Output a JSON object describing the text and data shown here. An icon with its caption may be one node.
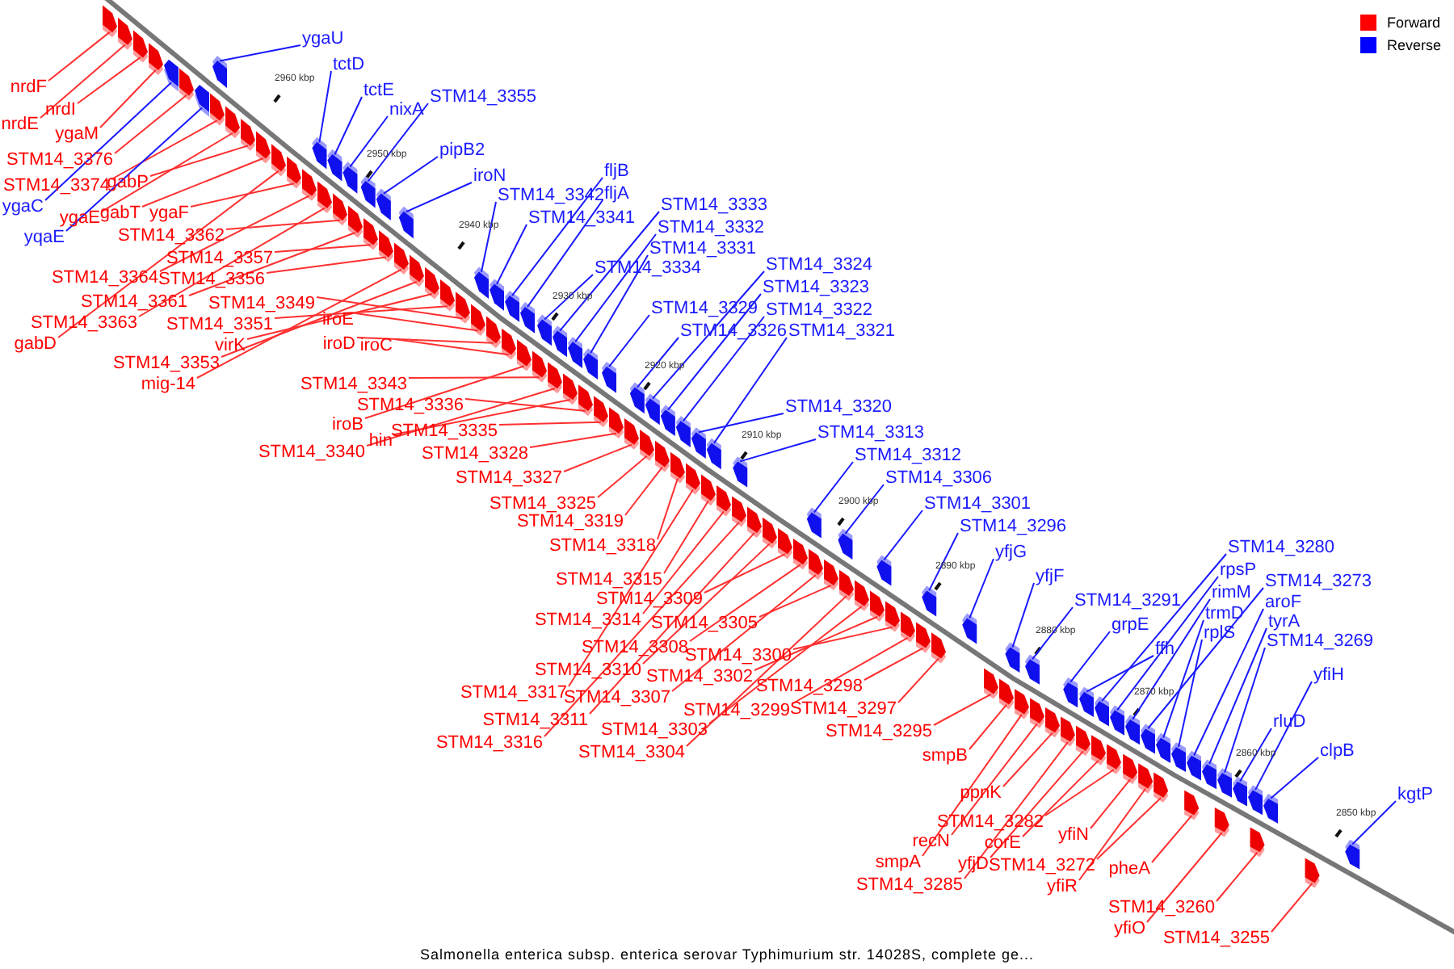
{
  "diagram": {
    "caption": "Salmonella enterica subsp. enterica serovar Typhimurium str. 14028S, complete ge...",
    "nodes": [
      {
        "text": [
          "nrdF"
        ]
      },
      {
        "text": [
          "nrdI"
        ]
      },
      {
        "text": [
          "nrdE"
        ]
      },
      {
        "text": [
          "ygaM"
        ]
      },
      {
        "text": [
          "STM14_3376"
        ]
      },
      {
        "text": [
          "STM14_3374"
        ]
      },
      {
        "text": [
          "gabP"
        ]
      },
      {
        "text": [
          "ygaC"
        ]
      },
      {
        "text": [
          "ygaE"
        ]
      },
      {
        "text": [
          "gabT"
        ]
      },
      {
        "text": [
          "ygaF"
        ]
      },
      {
        "text": [
          "yqaE"
        ]
      },
      {
        "text": [
          "STM14_3362"
        ]
      },
      {
        "text": [
          "STM14_3357"
        ]
      },
      {
        "text": [
          "STM14_3364"
        ]
      },
      {
        "text": [
          "STM14_3356"
        ]
      },
      {
        "text": [
          "STM14_3361"
        ]
      },
      {
        "text": [
          "STM14_3349"
        ]
      },
      {
        "text": [
          "STM14_3363"
        ]
      },
      {
        "text": [
          "STM14_3351"
        ]
      },
      {
        "text": [
          "gabD"
        ]
      },
      {
        "text": [
          "virK"
        ]
      },
      {
        "text": [
          "STM14_3353"
        ]
      },
      {
        "text": [
          "mig-14"
        ]
      },
      {
        "text": [
          "iroE"
        ]
      },
      {
        "text": [
          "iroD"
        ]
      },
      {
        "text": [
          "iroC"
        ]
      },
      {
        "text": [
          "STM14_3343"
        ]
      },
      {
        "text": [
          "STM14_3336"
        ]
      },
      {
        "text": [
          "iroB"
        ]
      },
      {
        "text": [
          "hin"
        ]
      },
      {
        "text": [
          "STM14_3335"
        ]
      },
      {
        "text": [
          "STM14_3340"
        ]
      },
      {
        "text": [
          "STM14_3328"
        ]
      },
      {
        "text": [
          "STM14_3327"
        ]
      },
      {
        "text": [
          "STM14_3325"
        ]
      },
      {
        "text": [
          "STM14_3319"
        ]
      },
      {
        "text": [
          "STM14_3318"
        ]
      },
      {
        "text": [
          "STM14_3315"
        ]
      },
      {
        "text": [
          "STM14_3309"
        ]
      },
      {
        "text": [
          "STM14_3314"
        ]
      },
      {
        "text": [
          "STM14_3305"
        ]
      },
      {
        "text": [
          "STM14_3308"
        ]
      },
      {
        "text": [
          "STM14_3300"
        ]
      },
      {
        "text": [
          "STM14_3310"
        ]
      },
      {
        "text": [
          "STM14_3302"
        ]
      },
      {
        "text": [
          "STM14_3317"
        ]
      },
      {
        "text": [
          "STM14_3307"
        ]
      },
      {
        "text": [
          "STM14_3299"
        ]
      },
      {
        "text": [
          "STM14_3311"
        ]
      },
      {
        "text": [
          "STM14_3303"
        ]
      },
      {
        "text": [
          "STM14_3316"
        ]
      },
      {
        "text": [
          "STM14_3304"
        ]
      },
      {
        "text": [
          "STM14_3298"
        ]
      },
      {
        "text": [
          "STM14_3297"
        ]
      },
      {
        "text": [
          "STM14_3295"
        ]
      },
      {
        "text": [
          "smpB"
        ]
      },
      {
        "text": [
          "ppnK"
        ]
      },
      {
        "text": [
          "STM14_3282"
        ]
      },
      {
        "text": [
          "yfiN"
        ]
      },
      {
        "text": [
          "recN"
        ]
      },
      {
        "text": [
          "corE"
        ]
      },
      {
        "text": [
          "smpA"
        ]
      },
      {
        "text": [
          "yfjD"
        ]
      },
      {
        "text": [
          "STM14_3272"
        ]
      },
      {
        "text": [
          "pheA"
        ]
      },
      {
        "text": [
          "STM14_3285"
        ]
      },
      {
        "text": [
          "yfiR"
        ]
      },
      {
        "text": [
          "STM14_3260"
        ]
      },
      {
        "text": [
          "yfiO"
        ]
      },
      {
        "text": [
          "STM14_3255"
        ]
      },
      {
        "text": [
          "ygaU"
        ]
      },
      {
        "text": [
          "tctD"
        ]
      },
      {
        "text": [
          "tctE"
        ]
      },
      {
        "text": [
          "nixA"
        ]
      },
      {
        "text": [
          "STM14_3355"
        ]
      },
      {
        "text": [
          "pipB2"
        ]
      },
      {
        "text": [
          "iroN"
        ]
      },
      {
        "text": [
          "fljB"
        ]
      },
      {
        "text": [
          "STM14_3342"
        ]
      },
      {
        "text": [
          "fljA"
        ]
      },
      {
        "text": [
          "STM14_3341"
        ]
      },
      {
        "text": [
          "STM14_3333"
        ]
      },
      {
        "text": [
          "STM14_3332"
        ]
      },
      {
        "text": [
          "STM14_3331"
        ]
      },
      {
        "text": [
          "STM14_3334"
        ]
      },
      {
        "text": [
          "STM14_3324"
        ]
      },
      {
        "text": [
          "STM14_3323"
        ]
      },
      {
        "text": [
          "STM14_3329"
        ]
      },
      {
        "text": [
          "STM14_3322"
        ]
      },
      {
        "text": [
          "STM14_3326"
        ]
      },
      {
        "text": [
          "STM14_3321"
        ]
      },
      {
        "text": [
          "STM14_3320"
        ]
      },
      {
        "text": [
          "STM14_3313"
        ]
      },
      {
        "text": [
          "STM14_3312"
        ]
      },
      {
        "text": [
          "STM14_3306"
        ]
      },
      {
        "text": [
          "STM14_3301"
        ]
      },
      {
        "text": [
          "STM14_3296"
        ]
      },
      {
        "text": [
          "yfjG"
        ]
      },
      {
        "text": [
          "yfjF"
        ]
      },
      {
        "text": [
          "STM14_3291"
        ]
      },
      {
        "text": [
          "grpE"
        ]
      },
      {
        "text": [
          "ffh"
        ]
      },
      {
        "text": [
          "STM14_3280"
        ]
      },
      {
        "text": [
          "rpsP"
        ]
      },
      {
        "text": [
          "rimM"
        ]
      },
      {
        "text": [
          "trmD"
        ]
      },
      {
        "text": [
          "rplS"
        ]
      },
      {
        "text": [
          "STM14_3273"
        ]
      },
      {
        "text": [
          "aroF"
        ]
      },
      {
        "text": [
          "tyrA"
        ]
      },
      {
        "text": [
          "STM14_3269"
        ]
      },
      {
        "text": [
          "yfiH"
        ]
      },
      {
        "text": [
          "rluD"
        ]
      },
      {
        "text": [
          "clpB"
        ]
      },
      {
        "text": [
          "kgtP"
        ]
      },
      {
        "text": [],
        "shape": "arrow"
      },
      {
        "text": [],
        "shape": "arrow"
      },
      {
        "text": [],
        "shape": "arrow"
      },
      {
        "text": [],
        "shape": "arrow"
      },
      {
        "text": [],
        "shape": "arrow"
      },
      {
        "text": [],
        "shape": "arrow"
      },
      {
        "text": [],
        "shape": "arrow"
      },
      {
        "text": [],
        "shape": "arrow"
      },
      {
        "text": [],
        "shape": "arrow"
      },
      {
        "text": [],
        "shape": "arrow"
      },
      {
        "text": [],
        "shape": "arrow"
      },
      {
        "text": [],
        "shape": "arrow"
      },
      {
        "text": [],
        "shape": "arrow"
      },
      {
        "text": [],
        "shape": "arrow"
      },
      {
        "text": [],
        "shape": "arrow"
      },
      {
        "text": [],
        "shape": "arrow"
      },
      {
        "text": [],
        "shape": "arrow"
      },
      {
        "text": [],
        "shape": "arrow"
      },
      {
        "text": [],
        "shape": "arrow"
      },
      {
        "text": [],
        "shape": "arrow"
      },
      {
        "text": [],
        "shape": "arrow"
      },
      {
        "text": [],
        "shape": "arrow"
      },
      {
        "text": [],
        "shape": "arrow"
      },
      {
        "text": [],
        "shape": "arrow"
      },
      {
        "text": [],
        "shape": "arrow"
      },
      {
        "text": [],
        "shape": "arrow"
      },
      {
        "text": [],
        "shape": "arrow"
      },
      {
        "text": [],
        "shape": "arrow"
      },
      {
        "text": [],
        "shape": "arrow"
      },
      {
        "text": [],
        "shape": "arrow"
      },
      {
        "text": [],
        "shape": "arrow"
      },
      {
        "text": [],
        "shape": "arrow"
      },
      {
        "text": [],
        "shape": "arrow"
      },
      {
        "text": [],
        "shape": "arrow"
      },
      {
        "text": [],
        "shape": "arrow"
      },
      {
        "text": [],
        "shape": "arrow"
      },
      {
        "text": [],
        "shape": "arrow"
      },
      {
        "text": [],
        "shape": "arrow"
      },
      {
        "text": [],
        "shape": "arrow"
      },
      {
        "text": [],
        "shape": "arrow"
      },
      {
        "text": [],
        "shape": "arrow"
      },
      {
        "text": [],
        "shape": "arrow"
      },
      {
        "text": [],
        "shape": "arrow"
      },
      {
        "text": [],
        "shape": "arrow"
      },
      {
        "text": [],
        "shape": "arrow"
      },
      {
        "text": [],
        "shape": "arrow"
      },
      {
        "text": [],
        "shape": "arrow"
      },
      {
        "text": [],
        "shape": "arrow"
      },
      {
        "text": [],
        "shape": "arrow"
      },
      {
        "text": [],
        "shape": "arrow"
      },
      {
        "text": [],
        "shape": "arrow"
      },
      {
        "text": [],
        "shape": "arrow"
      },
      {
        "text": [],
        "shape": "arrow"
      },
      {
        "text": [],
        "shape": "arrow"
      },
      {
        "text": [],
        "shape": "arrow"
      },
      {
        "text": [],
        "shape": "arrow"
      },
      {
        "text": [],
        "shape": "arrow"
      },
      {
        "text": [],
        "shape": "arrow"
      },
      {
        "text": [],
        "shape": "arrow"
      },
      {
        "text": [],
        "shape": "arrow"
      },
      {
        "text": [],
        "shape": "arrow"
      },
      {
        "text": [],
        "shape": "arrow"
      },
      {
        "text": [],
        "shape": "arrow"
      },
      {
        "text": [],
        "shape": "arrow"
      },
      {
        "text": [],
        "shape": "arrow"
      },
      {
        "text": [],
        "shape": "arrow"
      },
      {
        "text": [],
        "shape": "arrow"
      },
      {
        "text": [],
        "shape": "arrow"
      },
      {
        "text": [],
        "shape": "arrow"
      },
      {
        "text": [],
        "shape": "arrow"
      },
      {
        "text": [],
        "shape": "arrow"
      },
      {
        "text": [],
        "shape": "arrow"
      },
      {
        "text": [],
        "shape": "arrow"
      },
      {
        "text": [],
        "shape": "arrow"
      },
      {
        "text": [],
        "shape": "arrow"
      },
      {
        "text": [],
        "shape": "arrow"
      },
      {
        "text": [],
        "shape": "arrow"
      },
      {
        "text": [],
        "shape": "arrow"
      },
      {
        "text": [],
        "shape": "arrow"
      },
      {
        "text": [],
        "shape": "arrow"
      },
      {
        "text": [],
        "shape": "arrow"
      },
      {
        "text": [],
        "shape": "arrow"
      },
      {
        "text": [],
        "shape": "arrow"
      },
      {
        "text": [],
        "shape": "arrow"
      },
      {
        "text": [],
        "shape": "arrow"
      },
      {
        "text": [],
        "shape": "arrow"
      },
      {
        "text": [],
        "shape": "arrow"
      },
      {
        "text": [],
        "shape": "arrow"
      },
      {
        "text": [],
        "shape": "arrow"
      },
      {
        "text": [],
        "shape": "arrow"
      },
      {
        "text": [],
        "shape": "arrow"
      },
      {
        "text": [],
        "shape": "arrow"
      },
      {
        "text": [],
        "shape": "arrow"
      },
      {
        "text": [],
        "shape": "arrow"
      },
      {
        "text": [],
        "shape": "arrow"
      },
      {
        "text": [],
        "shape": "arrow"
      },
      {
        "text": [],
        "shape": "arrow"
      },
      {
        "text": [],
        "shape": "arrow"
      },
      {
        "text": [],
        "shape": "arrow"
      },
      {
        "text": [],
        "shape": "arrow"
      },
      {
        "text": [],
        "shape": "arrow"
      },
      {
        "text": [],
        "shape": "arrow"
      },
      {
        "text": [],
        "shape": "arrow"
      },
      {
        "text": [],
        "shape": "arrow"
      },
      {
        "text": [],
        "shape": "arrow"
      },
      {
        "text": [],
        "shape": "arrow"
      },
      {
        "text": [],
        "shape": "arrow"
      },
      {
        "text": [],
        "shape": "arrow"
      },
      {
        "text": [],
        "shape": "arrow"
      },
      {
        "text": [],
        "shape": "arrow"
      },
      {
        "text": [],
        "shape": "arrow"
      },
      {
        "text": [],
        "shape": "arrow"
      },
      {
        "text": [],
        "shape": "arrow"
      },
      {
        "text": [],
        "shape": "arrow"
      },
      {
        "text": [],
        "shape": "arrow"
      },
      {
        "text": [],
        "shape": "arrow"
      }
    ],
    "edges": [
      {
        "from": 0,
        "to": 116,
        "arrow": "none"
      },
      {
        "from": 1,
        "to": 117,
        "arrow": "none"
      },
      {
        "from": 2,
        "to": 118,
        "arrow": "none"
      },
      {
        "from": 3,
        "to": 119,
        "arrow": "none"
      },
      {
        "from": 4,
        "to": 120,
        "arrow": "none"
      },
      {
        "from": 5,
        "to": 121,
        "arrow": "none"
      },
      {
        "from": 6,
        "to": 122,
        "arrow": "none"
      },
      {
        "from": 7,
        "to": 123,
        "arrow": "none",
        "color": "#1a1aff"
      },
      {
        "from": 8,
        "to": 124,
        "arrow": "none"
      },
      {
        "from": 9,
        "to": 125,
        "arrow": "none"
      },
      {
        "from": 10,
        "to": 126,
        "arrow": "none"
      },
      {
        "from": 11,
        "to": 127,
        "arrow": "none",
        "color": "#1a1aff"
      },
      {
        "from": 12,
        "to": 128,
        "arrow": "none"
      },
      {
        "from": 13,
        "to": 129,
        "arrow": "none"
      },
      {
        "from": 14,
        "to": 130,
        "arrow": "none"
      },
      {
        "from": 15,
        "to": 131,
        "arrow": "none"
      },
      {
        "from": 16,
        "to": 132,
        "arrow": "none"
      },
      {
        "from": 17,
        "to": 133,
        "arrow": "none"
      },
      {
        "from": 18,
        "to": 134,
        "arrow": "none"
      },
      {
        "from": 19,
        "to": 135,
        "arrow": "none"
      },
      {
        "from": 20,
        "to": 136,
        "arrow": "none"
      },
      {
        "from": 21,
        "to": 137,
        "arrow": "none"
      },
      {
        "from": 22,
        "to": 138,
        "arrow": "none"
      },
      {
        "from": 23,
        "to": 139,
        "arrow": "none"
      },
      {
        "from": 24,
        "to": 140,
        "arrow": "none"
      },
      {
        "from": 25,
        "to": 141,
        "arrow": "none"
      },
      {
        "from": 26,
        "to": 142,
        "arrow": "none"
      },
      {
        "from": 27,
        "to": 143,
        "arrow": "none"
      },
      {
        "from": 28,
        "to": 144,
        "arrow": "none"
      },
      {
        "from": 29,
        "to": 145,
        "arrow": "none"
      },
      {
        "from": 30,
        "to": 146,
        "arrow": "none"
      },
      {
        "from": 31,
        "to": 147,
        "arrow": "none"
      },
      {
        "from": 32,
        "to": 148,
        "arrow": "none"
      },
      {
        "from": 33,
        "to": 149,
        "arrow": "none"
      },
      {
        "from": 34,
        "to": 150,
        "arrow": "none"
      },
      {
        "from": 35,
        "to": 151,
        "arrow": "none"
      },
      {
        "from": 36,
        "to": 152,
        "arrow": "none"
      },
      {
        "from": 37,
        "to": 153,
        "arrow": "none"
      },
      {
        "from": 38,
        "to": 154,
        "arrow": "none"
      },
      {
        "from": 39,
        "to": 155,
        "arrow": "none"
      },
      {
        "from": 40,
        "to": 156,
        "arrow": "none"
      },
      {
        "from": 41,
        "to": 157,
        "arrow": "none"
      },
      {
        "from": 42,
        "to": 158,
        "arrow": "none"
      },
      {
        "from": 43,
        "to": 159,
        "arrow": "none"
      },
      {
        "from": 44,
        "to": 160,
        "arrow": "none"
      },
      {
        "from": 45,
        "to": 161,
        "arrow": "none"
      },
      {
        "from": 46,
        "to": 162,
        "arrow": "none"
      },
      {
        "from": 47,
        "to": 163,
        "arrow": "none"
      },
      {
        "from": 48,
        "to": 164,
        "arrow": "none"
      },
      {
        "from": 49,
        "to": 165,
        "arrow": "none"
      },
      {
        "from": 50,
        "to": 166,
        "arrow": "none"
      },
      {
        "from": 51,
        "to": 167,
        "arrow": "none"
      },
      {
        "from": 52,
        "to": 168,
        "arrow": "none"
      },
      {
        "from": 53,
        "to": 169,
        "arrow": "none"
      },
      {
        "from": 54,
        "to": 170,
        "arrow": "none"
      },
      {
        "from": 55,
        "to": 171,
        "arrow": "none"
      },
      {
        "from": 56,
        "to": 172,
        "arrow": "none"
      },
      {
        "from": 57,
        "to": 173,
        "arrow": "none"
      },
      {
        "from": 58,
        "to": 174,
        "arrow": "none"
      },
      {
        "from": 59,
        "to": 175,
        "arrow": "none"
      },
      {
        "from": 60,
        "to": 176,
        "arrow": "none"
      },
      {
        "from": 61,
        "to": 177,
        "arrow": "none"
      },
      {
        "from": 62,
        "to": 178,
        "arrow": "none"
      },
      {
        "from": 63,
        "to": 179,
        "arrow": "none"
      },
      {
        "from": 64,
        "to": 180,
        "arrow": "none"
      },
      {
        "from": 65,
        "to": 181,
        "arrow": "none"
      },
      {
        "from": 66,
        "to": 182,
        "arrow": "none"
      },
      {
        "from": 67,
        "to": 183,
        "arrow": "none"
      },
      {
        "from": 68,
        "to": 184,
        "arrow": "none"
      },
      {
        "from": 69,
        "to": 185,
        "arrow": "none"
      },
      {
        "from": 70,
        "to": 186,
        "arrow": "none"
      },
      {
        "from": 71,
        "to": 187,
        "arrow": "none",
        "color": "#1a1aff"
      },
      {
        "from": 72,
        "to": 188,
        "arrow": "none",
        "color": "#1a1aff"
      },
      {
        "from": 73,
        "to": 189,
        "arrow": "none",
        "color": "#1a1aff"
      },
      {
        "from": 74,
        "to": 190,
        "arrow": "none",
        "color": "#1a1aff"
      },
      {
        "from": 75,
        "to": 191,
        "arrow": "none",
        "color": "#1a1aff"
      },
      {
        "from": 76,
        "to": 192,
        "arrow": "none",
        "color": "#1a1aff"
      },
      {
        "from": 77,
        "to": 193,
        "arrow": "none",
        "color": "#1a1aff"
      },
      {
        "from": 78,
        "to": 194,
        "arrow": "none",
        "color": "#1a1aff"
      },
      {
        "from": 79,
        "to": 195,
        "arrow": "none",
        "color": "#1a1aff"
      },
      {
        "from": 80,
        "to": 196,
        "arrow": "none",
        "color": "#1a1aff"
      },
      {
        "from": 81,
        "to": 197,
        "arrow": "none",
        "color": "#1a1aff"
      },
      {
        "from": 82,
        "to": 198,
        "arrow": "none",
        "color": "#1a1aff"
      },
      {
        "from": 83,
        "to": 199,
        "arrow": "none",
        "color": "#1a1aff"
      },
      {
        "from": 84,
        "to": 200,
        "arrow": "none",
        "color": "#1a1aff"
      },
      {
        "from": 85,
        "to": 201,
        "arrow": "none",
        "color": "#1a1aff"
      },
      {
        "from": 86,
        "to": 202,
        "arrow": "none",
        "color": "#1a1aff"
      },
      {
        "from": 87,
        "to": 203,
        "arrow": "none",
        "color": "#1a1aff"
      },
      {
        "from": 88,
        "to": 204,
        "arrow": "none",
        "color": "#1a1aff"
      },
      {
        "from": 89,
        "to": 205,
        "arrow": "none",
        "color": "#1a1aff"
      },
      {
        "from": 90,
        "to": 206,
        "arrow": "none",
        "color": "#1a1aff"
      },
      {
        "from": 91,
        "to": 207,
        "arrow": "none",
        "color": "#1a1aff"
      },
      {
        "from": 92,
        "to": 208,
        "arrow": "none",
        "color": "#1a1aff"
      },
      {
        "from": 93,
        "to": 209,
        "arrow": "none",
        "color": "#1a1aff"
      },
      {
        "from": 94,
        "to": 210,
        "arrow": "none",
        "color": "#1a1aff"
      },
      {
        "from": 95,
        "to": 211,
        "arrow": "none",
        "color": "#1a1aff"
      },
      {
        "from": 96,
        "to": 212,
        "arrow": "none",
        "color": "#1a1aff"
      },
      {
        "from": 97,
        "to": 213,
        "arrow": "none",
        "color": "#1a1aff"
      },
      {
        "from": 98,
        "to": 214,
        "arrow": "none",
        "color": "#1a1aff"
      },
      {
        "from": 99,
        "to": 215,
        "arrow": "none",
        "color": "#1a1aff"
      },
      {
        "from": 100,
        "to": 216,
        "arrow": "none",
        "color": "#1a1aff"
      },
      {
        "from": 101,
        "to": 217,
        "arrow": "none",
        "color": "#1a1aff"
      },
      {
        "from": 102,
        "to": 218,
        "arrow": "none",
        "color": "#1a1aff"
      },
      {
        "from": 103,
        "to": 219,
        "arrow": "none",
        "color": "#1a1aff"
      },
      {
        "from": 104,
        "to": 220,
        "arrow": "none",
        "color": "#1a1aff"
      },
      {
        "from": 105,
        "to": 221,
        "arrow": "none",
        "color": "#1a1aff"
      },
      {
        "from": 106,
        "to": 222,
        "arrow": "none",
        "color": "#1a1aff"
      },
      {
        "from": 107,
        "to": 223,
        "arrow": "none",
        "color": "#1a1aff"
      },
      {
        "from": 108,
        "to": 224,
        "arrow": "none",
        "color": "#1a1aff"
      },
      {
        "from": 109,
        "to": 225,
        "arrow": "none",
        "color": "#1a1aff"
      },
      {
        "from": 110,
        "to": 226,
        "arrow": "none",
        "color": "#1a1aff"
      },
      {
        "from": 111,
        "to": 227,
        "arrow": "none",
        "color": "#1a1aff"
      },
      {
        "from": 112,
        "to": 228,
        "arrow": "none",
        "color": "#1a1aff"
      },
      {
        "from": 113,
        "to": 229,
        "arrow": "none",
        "color": "#1a1aff"
      },
      {
        "from": 114,
        "to": 230,
        "arrow": "none",
        "color": "#1a1aff"
      },
      {
        "from": 115,
        "to": 231,
        "arrow": "none",
        "color": "#1a1aff"
      }
    ],
    "labels": [
      "2960 kbp",
      "2950 kbp",
      "2940 kbp",
      "2930 kbp",
      "2920 kbp",
      "2910 kbp",
      "2900 kbp",
      "2890 kbp",
      "2880 kbp",
      "2870 kbp",
      "2860 kbp",
      "2850 kbp"
    ],
    "legend": [
      {
        "text": "Forward",
        "color": "#ff0000"
      },
      {
        "text": "Reverse",
        "color": "#0000ff"
      }
    ]
  }
}
